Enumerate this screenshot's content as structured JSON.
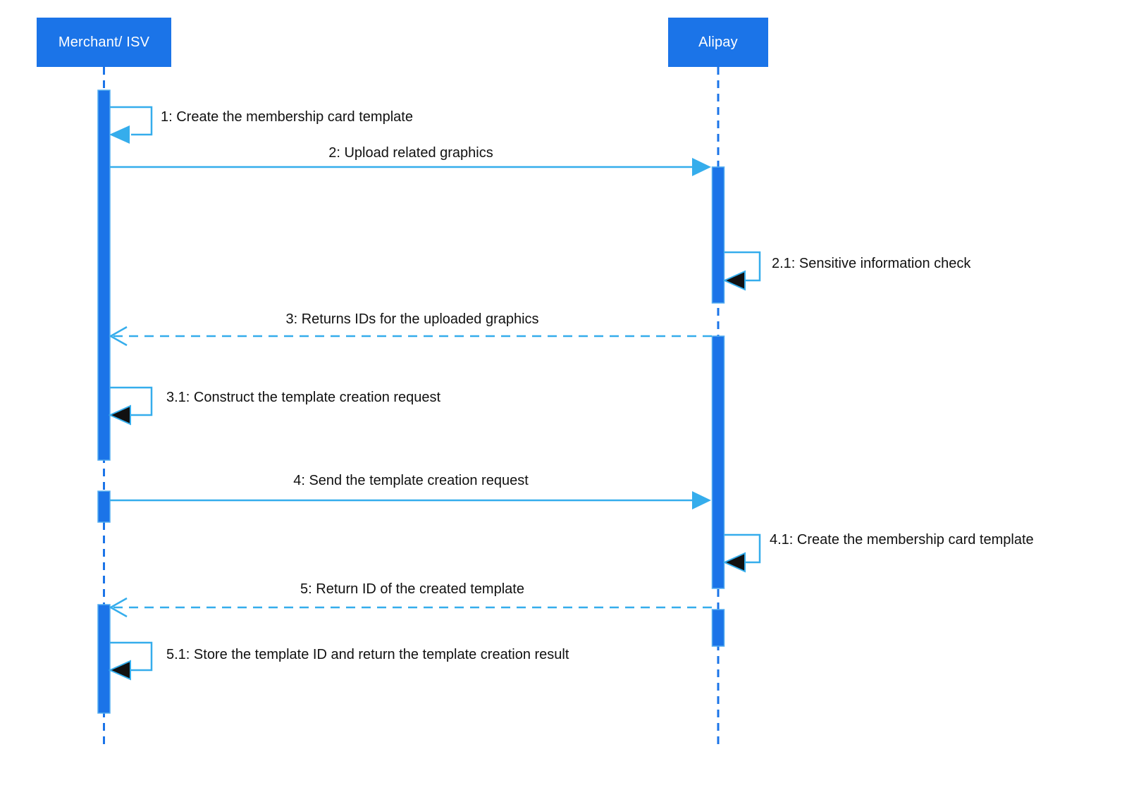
{
  "diagram": {
    "kind": "uml-sequence-diagram",
    "colors": {
      "primary_blue": "#1b74e8",
      "light_blue": "#35adec",
      "text": "#111111",
      "background": "#ffffff",
      "actor_text": "#ffffff",
      "self_arrow_black": "#111111"
    },
    "actors": [
      {
        "id": "merchant",
        "label": "Merchant/ ISV"
      },
      {
        "id": "alipay",
        "label": "Alipay"
      }
    ],
    "messages": [
      {
        "seq": "1",
        "label": "1: Create the membership card template",
        "from": "merchant",
        "to": "merchant",
        "kind": "self"
      },
      {
        "seq": "2",
        "label": "2: Upload related graphics",
        "from": "merchant",
        "to": "alipay",
        "kind": "solid"
      },
      {
        "seq": "2.1",
        "label": "2.1: Sensitive information check",
        "from": "alipay",
        "to": "alipay",
        "kind": "self"
      },
      {
        "seq": "3",
        "label": "3: Returns IDs for the uploaded graphics",
        "from": "alipay",
        "to": "merchant",
        "kind": "dashed-return"
      },
      {
        "seq": "3.1",
        "label": "3.1: Construct the template creation request",
        "from": "merchant",
        "to": "merchant",
        "kind": "self"
      },
      {
        "seq": "4",
        "label": "4: Send the template creation request",
        "from": "merchant",
        "to": "alipay",
        "kind": "solid"
      },
      {
        "seq": "4.1",
        "label": "4.1: Create the membership card template",
        "from": "alipay",
        "to": "alipay",
        "kind": "self"
      },
      {
        "seq": "5",
        "label": "5: Return ID of the created template",
        "from": "alipay",
        "to": "merchant",
        "kind": "dashed-return"
      },
      {
        "seq": "5.1",
        "label": "5.1: Store the template ID and return the template creation result",
        "from": "merchant",
        "to": "merchant",
        "kind": "self"
      }
    ]
  }
}
